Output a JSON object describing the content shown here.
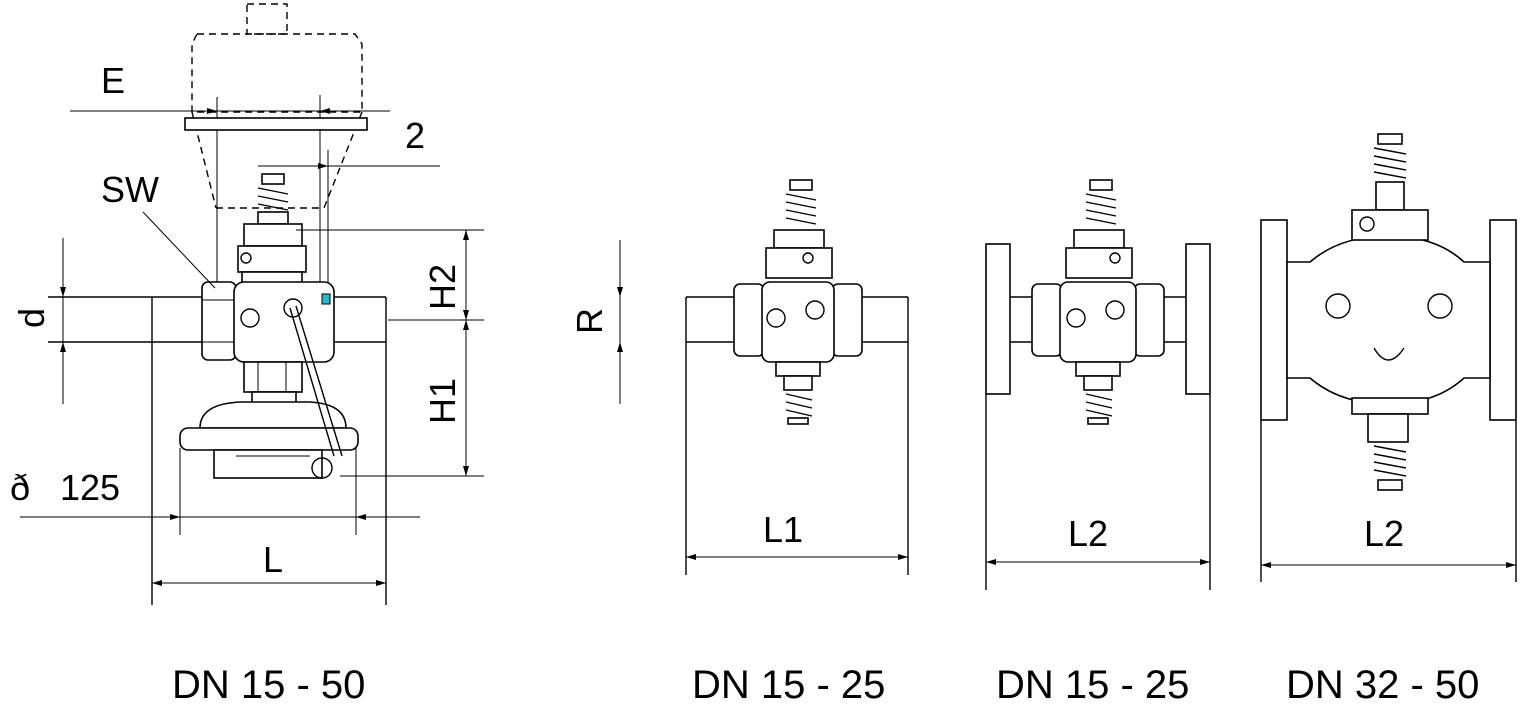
{
  "labels": {
    "e": "E",
    "two": "2",
    "sw": "SW",
    "d": "d",
    "h2": "H2",
    "h1": "H1",
    "dia": "ð",
    "d125": "125",
    "l": "L",
    "r": "R",
    "l1": "L1",
    "l2a": "L2",
    "l2b": "L2"
  },
  "captions": {
    "view1": "DN 15 - 50",
    "view2": "DN 15 - 25",
    "view3": "DN 15 - 25",
    "view4": "DN 32 - 50"
  },
  "colors": {
    "line": "#000000",
    "accent": "#2bb7c7"
  }
}
